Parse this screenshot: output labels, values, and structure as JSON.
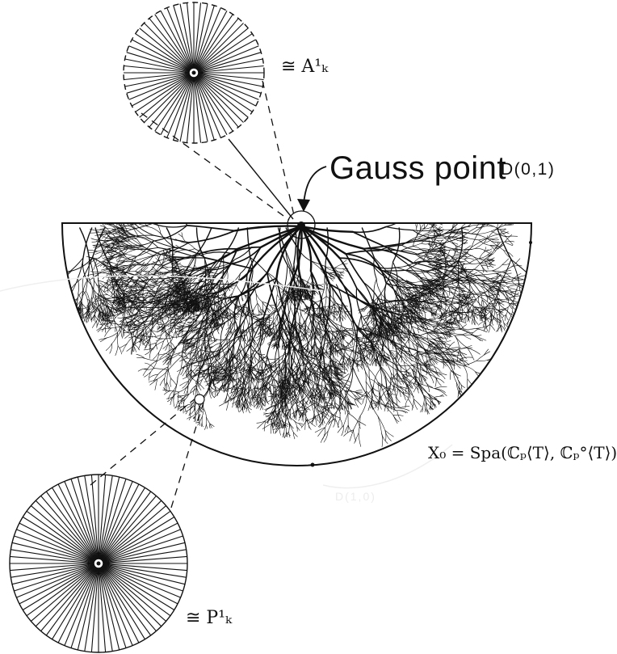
{
  "labels": {
    "gauss_point": "Gauss point",
    "gauss_disc": "D(0,1)",
    "affine_line": "≅ A¹ₖ",
    "projective_line": "≅ P¹ₖ",
    "space": "X₀ = Spa(ℂₚ⟨T⟩, ℂₚ°⟨T⟩)",
    "faint_note": "D(1,0)"
  },
  "colors": {
    "ink": "#111111",
    "paper": "#ffffff"
  },
  "icons": {
    "gauss_marker": "filled-dot",
    "arrow": "curved-arrow"
  }
}
